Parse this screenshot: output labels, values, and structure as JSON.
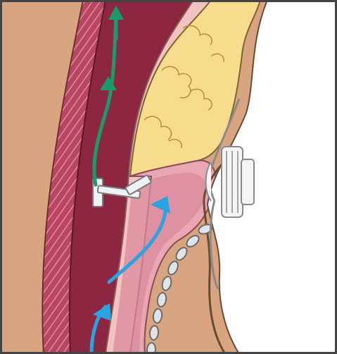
{
  "figure": {
    "kind": "anatomical-illustration",
    "colors": {
      "frame": "#444444",
      "skin": "#d9a581",
      "skin_outline": "#6b4a33",
      "muscle_dark": "#8c2641",
      "muscle_stripe": "#c05670",
      "fascia_light": "#f2c2c0",
      "fat_yellow": "#f6dc8c",
      "fat_outline": "#7a6530",
      "tissue_pink": "#e8a7b3",
      "tissue_mid": "#d9899c",
      "tube_outline": "#7a7a7a",
      "tube_fill": "#e9edf0",
      "green_arrow": "#1b9a6b",
      "blue_arrow": "#2aa3e0",
      "device_fill": "#f4f4f4",
      "device_outline": "#8a8a8a"
    },
    "icons": {
      "flow_arrow_green": "arrow-up",
      "flow_arrow_blue": "curved-arrow-up",
      "clip": "clip-bar",
      "stoma_device": "ostomy-appliance"
    },
    "bead_count": 9
  }
}
